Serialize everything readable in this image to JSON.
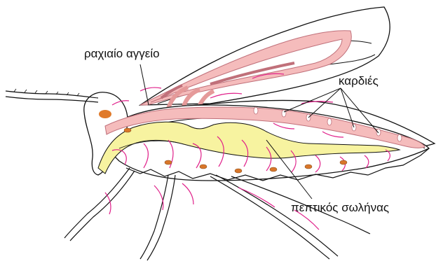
{
  "labels": {
    "dorsal_vessel": "ραχιαίο αγγείο",
    "hearts": "καρδιές",
    "digestive_tube": "πεπτικός σωλήνας"
  },
  "colors": {
    "outline": "#111111",
    "vessel": "#f2a9a9",
    "vessel_dark": "#c0707a",
    "gut": "#f7f3a0",
    "hemolymph_lines": "#e0208a",
    "nodes": "#d9772a",
    "background": "#ffffff"
  }
}
